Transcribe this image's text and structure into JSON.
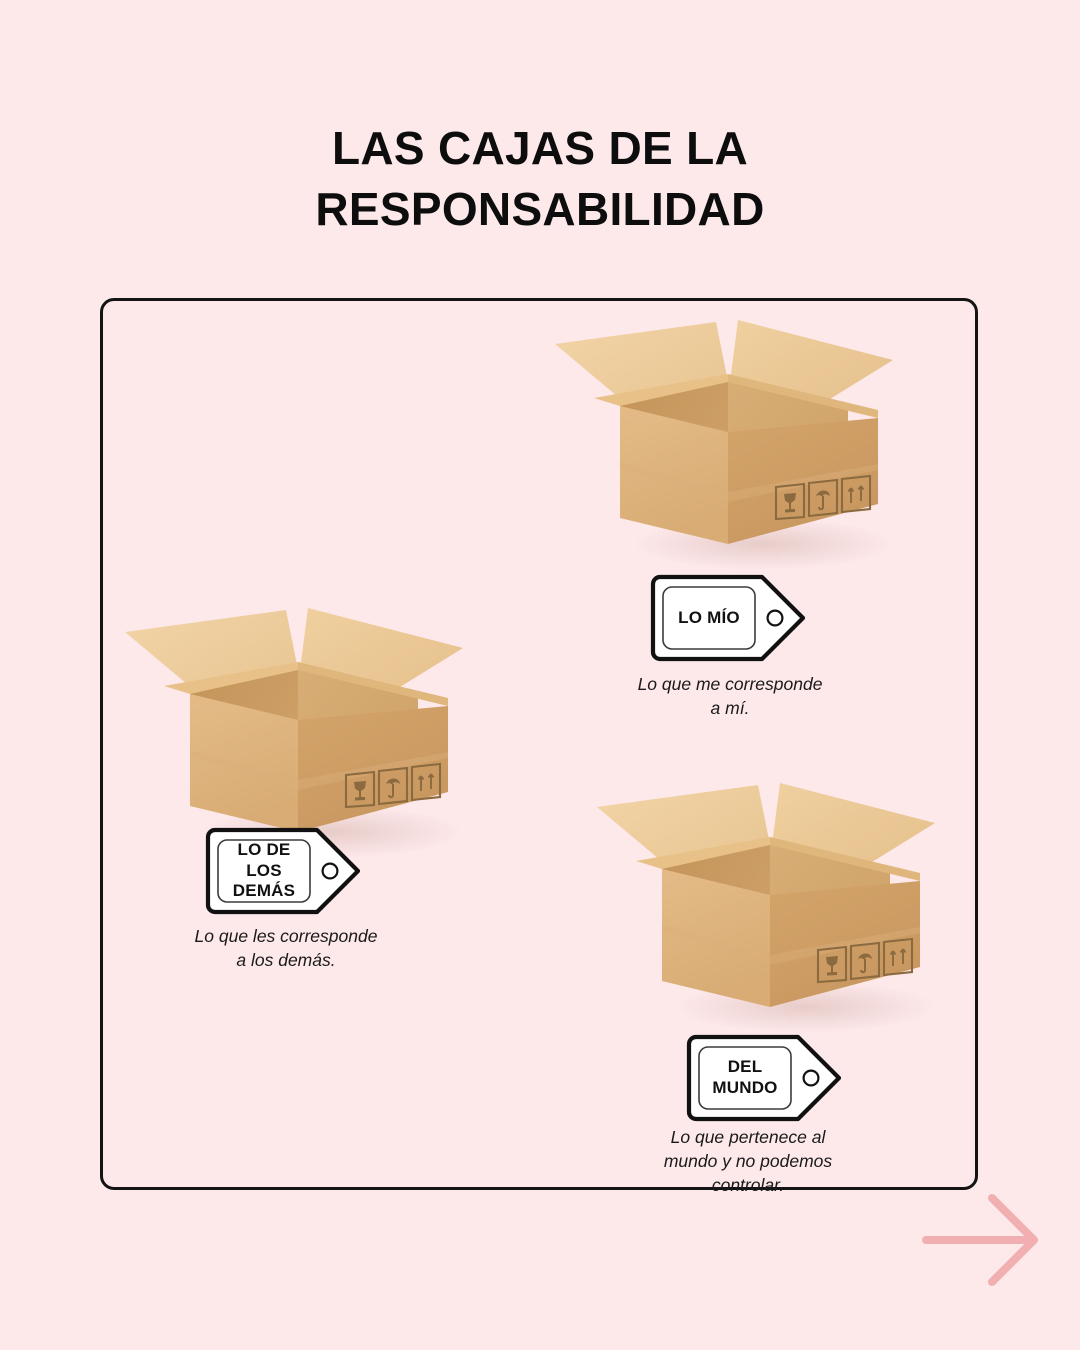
{
  "page": {
    "title": "LAS CAJAS DE LA\nRESPONSABILIDAD",
    "background_color": "#FDE8EA",
    "frame_color": "#141414",
    "arrow_color": "#F2AFB1",
    "text_color": "#111111"
  },
  "boxes": [
    {
      "id": "lo-de-los-demas",
      "tag_label": "LO DE LOS\nDEMÁS",
      "caption": "Lo que les corresponde\na los demás.",
      "shipping_icons": [
        "fragile-glass-icon",
        "keep-dry-umbrella-icon",
        "this-way-up-icon"
      ]
    },
    {
      "id": "lo-mio",
      "tag_label": "LO MÍO",
      "caption": "Lo que me corresponde\na mí.",
      "shipping_icons": [
        "fragile-glass-icon",
        "keep-dry-umbrella-icon",
        "this-way-up-icon"
      ]
    },
    {
      "id": "del-mundo",
      "tag_label": "DEL MUNDO",
      "caption": "Lo que pertenece al\nmundo y no podemos\ncontrolar.",
      "shipping_icons": [
        "fragile-glass-icon",
        "keep-dry-umbrella-icon",
        "this-way-up-icon"
      ]
    }
  ],
  "palette": {
    "flap_outer_light": "#EFCE9C",
    "flap_outer_light2": "#EBC894",
    "interior_back_left": "#C99A5E",
    "interior_back_right": "#D8AE76",
    "interior_floor": "#EAC894",
    "face_front_left": "#E0B57F",
    "face_front_right": "#CE9F62",
    "rim_light": "#E8C189",
    "icon_stroke": "#8A6A3E"
  }
}
